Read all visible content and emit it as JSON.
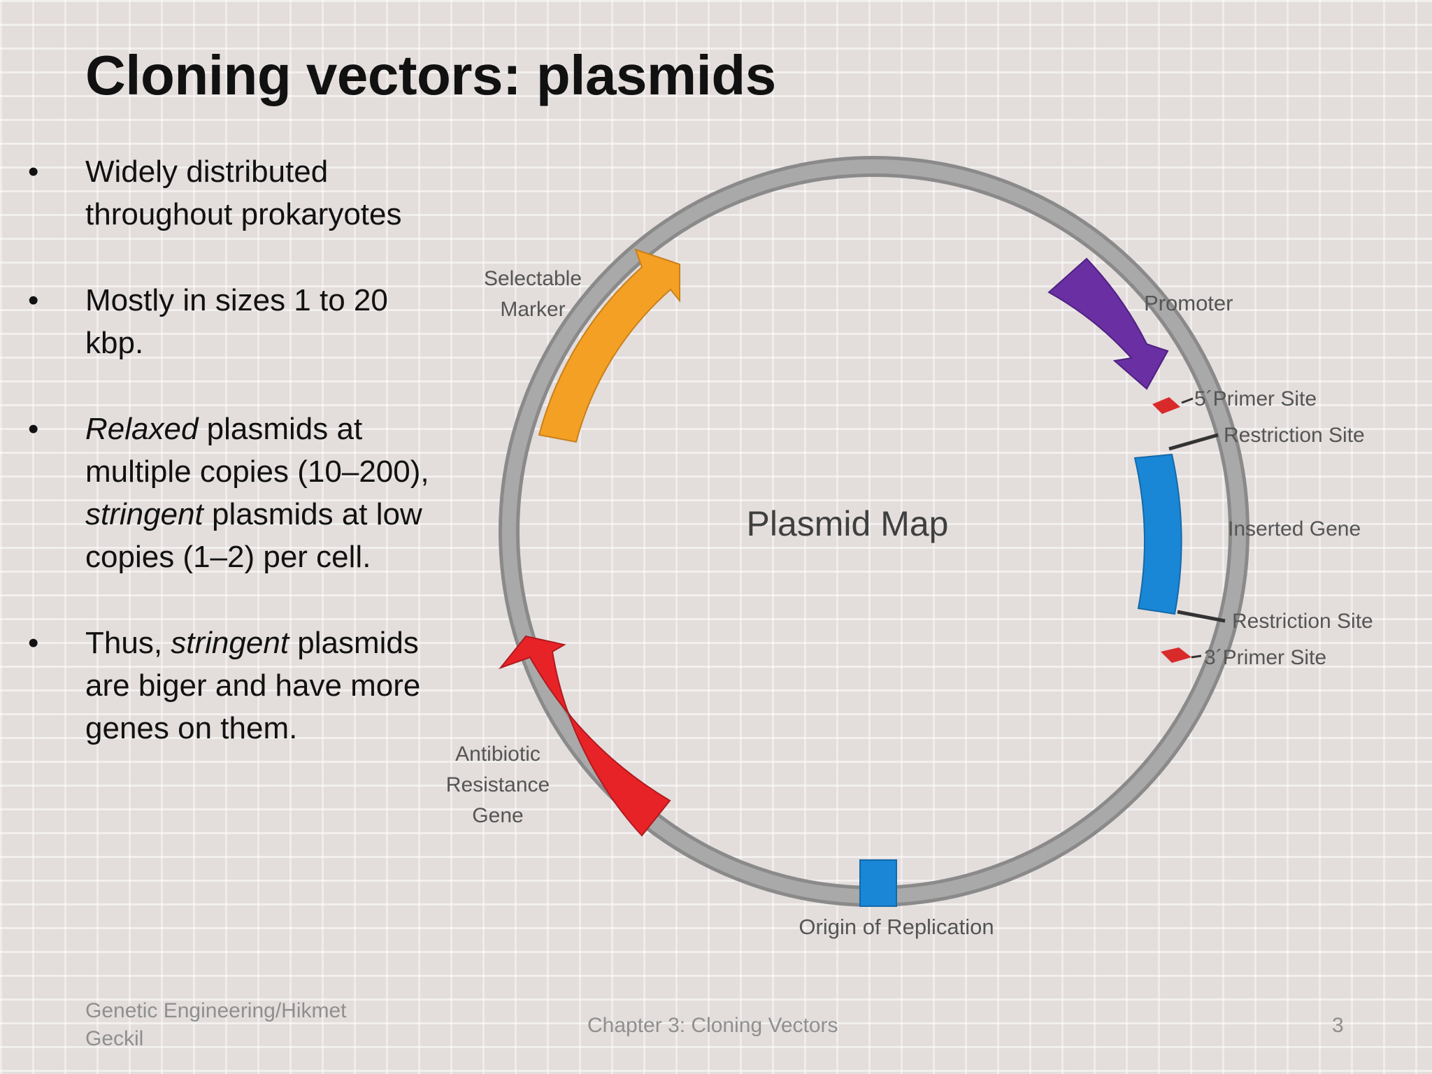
{
  "slide": {
    "title": "Cloning vectors: plasmids",
    "bullets": [
      {
        "marker": "•",
        "parts": [
          {
            "text": "Widely distributed throughout prokaryotes",
            "italic": false
          }
        ]
      },
      {
        "marker": "•",
        "parts": [
          {
            "text": "Mostly in sizes  1 to 20 kbp.",
            "italic": false
          }
        ]
      },
      {
        "marker": "•",
        "parts": [
          {
            "text": "Relaxed",
            "italic": true
          },
          {
            "text": " plasmids at multiple copies (10–200), ",
            "italic": false
          },
          {
            "text": "stringent",
            "italic": true
          },
          {
            "text": " plasmids at low copies (1–2) per cell.",
            "italic": false
          }
        ]
      },
      {
        "marker": "•",
        "parts": [
          {
            "text": "Thus, ",
            "italic": false
          },
          {
            "text": "stringent",
            "italic": true
          },
          {
            "text": " plasmids are biger and have more genes on them.",
            "italic": false
          }
        ]
      }
    ],
    "footer": {
      "left": "Genetic Engineering/Hikmet Geckil",
      "center": "Chapter 3: Cloning Vectors",
      "page_number": "3"
    }
  },
  "plasmid_map": {
    "center_label": "Plasmid Map",
    "labels": {
      "selectable_marker": [
        "Selectable",
        "Marker"
      ],
      "promoter": "Promoter",
      "primer_5": "5´Primer Site",
      "restriction_site_top": "Restriction Site",
      "inserted_gene": "Inserted Gene",
      "restriction_site_bottom": "Restriction Site",
      "primer_3": "3´Primer Site",
      "antibiotic_resistance": [
        "Antibiotic",
        "Resistance",
        "Gene"
      ],
      "origin": "Origin of Replication"
    },
    "colors": {
      "backbone": "#a9a9a9",
      "selectable_marker": "#f4a024",
      "promoter": "#6a2fa3",
      "inserted_gene": "#1a86d6",
      "antibiotic_resistance": "#e82328",
      "origin": "#1a86d6",
      "primer": "#d92a2a",
      "label_text": "#555555"
    }
  }
}
